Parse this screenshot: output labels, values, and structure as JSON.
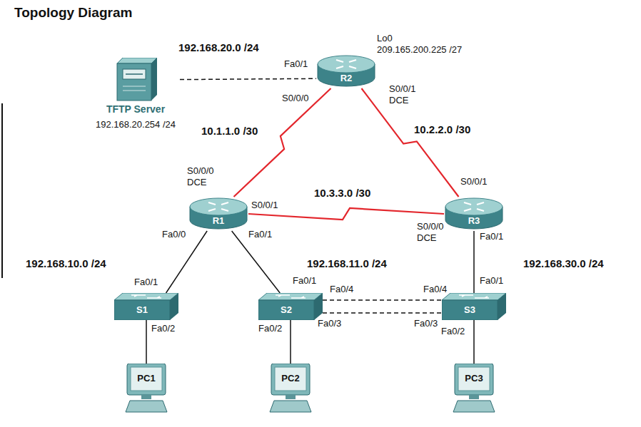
{
  "diagram": {
    "title": "Topology Diagram",
    "nodes": [
      {
        "text": [
          "TFTP Server",
          "192.168.20.254 /24"
        ]
      },
      {
        "text": [
          "R2"
        ]
      },
      {
        "text": [
          "R1"
        ]
      },
      {
        "text": [
          "R3"
        ]
      },
      {
        "text": [
          "S1"
        ]
      },
      {
        "text": [
          "S2"
        ]
      },
      {
        "text": [
          "S3"
        ]
      },
      {
        "text": [
          "PC1"
        ]
      },
      {
        "text": [
          "PC2"
        ]
      },
      {
        "text": [
          "PC3"
        ]
      }
    ],
    "edges": [
      {
        "from": 0,
        "to": 1,
        "arrow": "none"
      },
      {
        "from": 1,
        "to": 2,
        "arrow": "none"
      },
      {
        "from": 1,
        "to": 3,
        "arrow": "none"
      },
      {
        "from": 2,
        "to": 3,
        "arrow": "none"
      },
      {
        "from": 2,
        "to": 4,
        "arrow": "none"
      },
      {
        "from": 2,
        "to": 5,
        "arrow": "none"
      },
      {
        "from": 3,
        "to": 6,
        "arrow": "none"
      },
      {
        "from": 5,
        "to": 6,
        "arrow": "none"
      },
      {
        "from": 5,
        "to": 6,
        "arrow": "none"
      },
      {
        "from": 4,
        "to": 7,
        "arrow": "none"
      },
      {
        "from": 5,
        "to": 8,
        "arrow": "none"
      },
      {
        "from": 6,
        "to": 9,
        "arrow": "none"
      }
    ],
    "labels": [
      "192.168.20.0 /24",
      "Fa0/1",
      "Lo0",
      "209.165.200.225 /27",
      "S0/0/0",
      "S0/0/1",
      "DCE",
      "10.1.1.0 /30",
      "10.2.2.0 /30",
      "S0/0/0",
      "DCE",
      "S0/0/1",
      "10.3.3.0 /30",
      "S0/0/1",
      "S0/0/0",
      "DCE",
      "Fa0/0",
      "Fa0/1",
      "Fa0/1",
      "192.168.10.0 /24",
      "192.168.11.0 /24",
      "192.168.30.0 /24",
      "Fa0/1",
      "Fa0/2",
      "Fa0/1",
      "Fa0/4",
      "Fa0/3",
      "Fa0/2",
      "Fa0/4",
      "Fa0/3",
      "Fa0/1",
      "Fa0/2"
    ]
  }
}
